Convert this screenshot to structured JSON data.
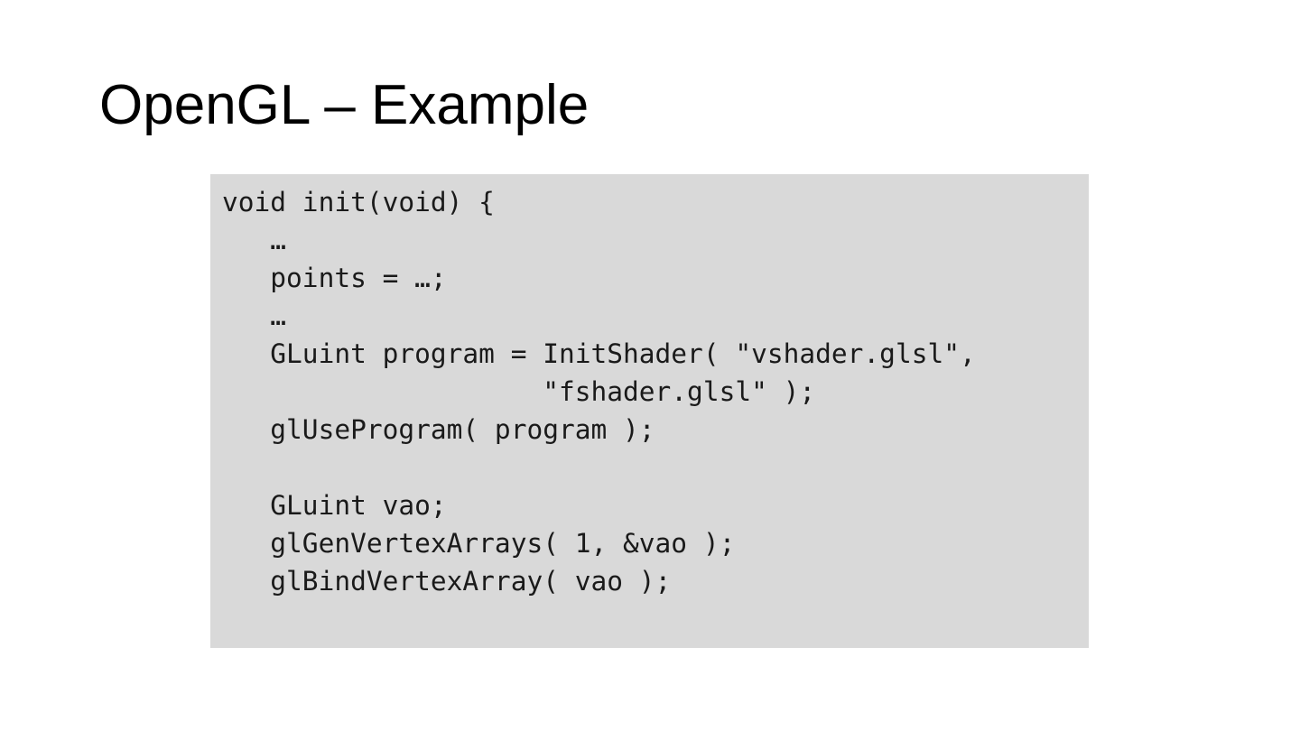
{
  "slide": {
    "title": "OpenGL – Example",
    "background_color": "#ffffff",
    "title_color": "#000000"
  },
  "code_block": {
    "background_color": "#d9d9d9",
    "text_color": "#1a1a1a",
    "language": "c",
    "lines": [
      "void init(void) {",
      "   …",
      "   points = …;",
      "   …",
      "   GLuint program = InitShader( \"vshader.glsl\",",
      "                    \"fshader.glsl\" );",
      "   glUseProgram( program );",
      "",
      "   GLuint vao;",
      "   glGenVertexArrays( 1, &vao );",
      "   glBindVertexArray( vao );",
      "",
      ""
    ]
  }
}
